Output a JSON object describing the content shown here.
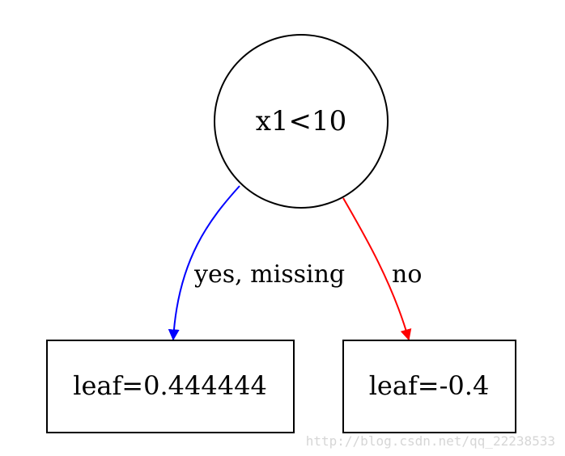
{
  "diagram": {
    "root": {
      "label": "x1<10"
    },
    "left_leaf": {
      "label": "leaf=0.444444"
    },
    "right_leaf": {
      "label": "leaf=-0.4"
    },
    "edges": {
      "yes": {
        "label": "yes, missing",
        "color": "#0000ff"
      },
      "no": {
        "label": "no",
        "color": "#ff0000"
      }
    },
    "node_stroke_color": "#000000"
  },
  "watermark": {
    "text": "http://blog.csdn.net/qq_22238533"
  }
}
